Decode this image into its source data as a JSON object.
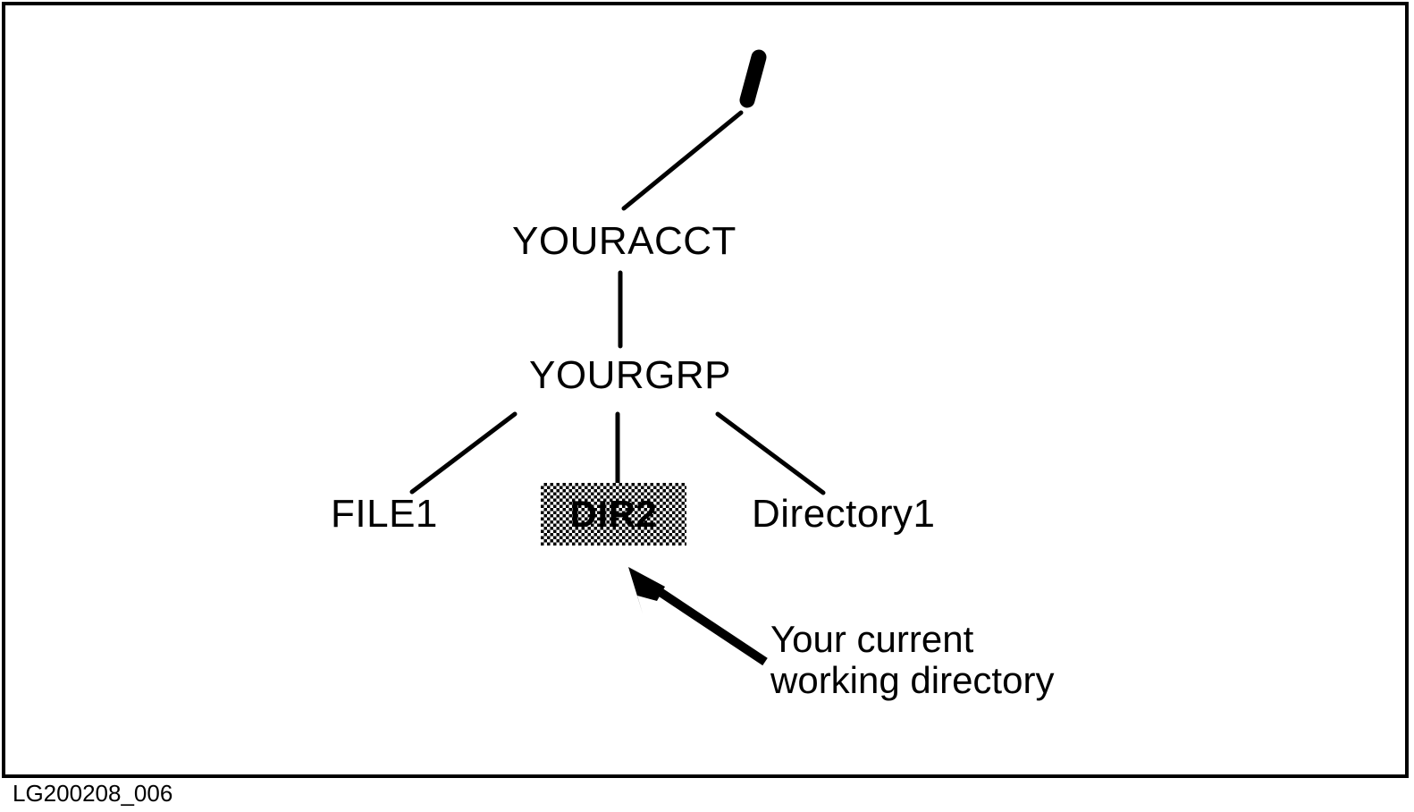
{
  "figure": {
    "caption_id": "LG200208_006",
    "title": "UNIX directory hierarchy showing the current working directory"
  },
  "tree": {
    "root": {
      "label": "/",
      "name": "root-directory"
    },
    "nodes": [
      {
        "id": "youracct",
        "label": "YOURACCT",
        "level": 1
      },
      {
        "id": "yourgrp",
        "label": "YOURGRP",
        "level": 2
      },
      {
        "id": "file1",
        "label": "FILE1",
        "level": 3,
        "kind": "file"
      },
      {
        "id": "dir2",
        "label": "DIR2",
        "level": 3,
        "kind": "directory",
        "highlighted": true
      },
      {
        "id": "directory1",
        "label": "Directory1",
        "level": 3,
        "kind": "directory"
      }
    ],
    "edges": [
      {
        "from": "root",
        "to": "youracct"
      },
      {
        "from": "youracct",
        "to": "yourgrp"
      },
      {
        "from": "yourgrp",
        "to": "file1"
      },
      {
        "from": "yourgrp",
        "to": "dir2"
      },
      {
        "from": "yourgrp",
        "to": "directory1"
      }
    ]
  },
  "annotation": {
    "line1": "Your current",
    "line2": "working directory",
    "points_to": "dir2"
  },
  "colors": {
    "ink": "#000000",
    "paper": "#ffffff",
    "highlight_pattern": "#000000"
  }
}
